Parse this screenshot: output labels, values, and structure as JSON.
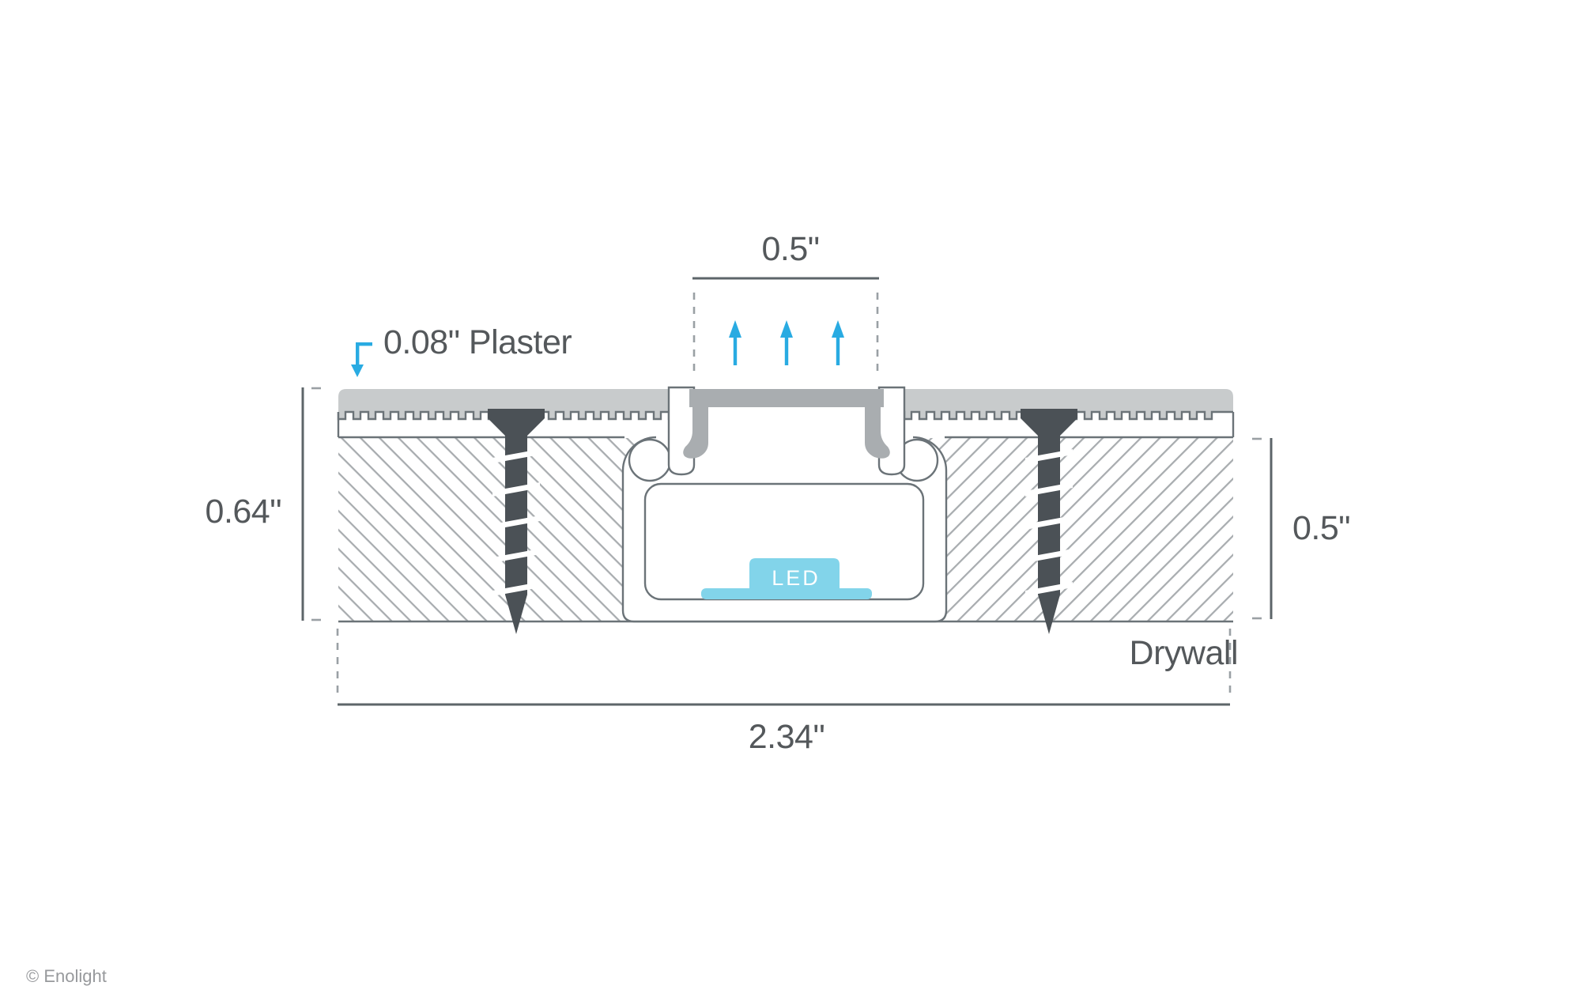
{
  "diagram": {
    "type": "led-profile-drywall-cross-section",
    "labels": {
      "opening_width": "0.5\"",
      "plaster_thickness": "0.08\" Plaster",
      "assembly_height": "0.64\"",
      "drywall_thickness": "0.5\"",
      "assembly_width": "2.34\"",
      "drywall": "Drywall",
      "led": "LED"
    },
    "icons": {
      "light_arrows": "up-arrow",
      "plaster_pointer": "down-corner-arrow"
    },
    "colors": {
      "accent_blue": "#29abe2",
      "led_fill": "#82d4ea",
      "led_text": "#ffffff",
      "plaster_fill": "#c8cbcc",
      "channel_fill": "#a9adb0",
      "screw_fill": "#4b5156",
      "profile_outline": "#6b7378",
      "dim_line": "#5d6569",
      "dim_text": "#54585b",
      "hatch": "#a8acaf",
      "tick": "#9aa0a4",
      "background": "#ffffff"
    }
  },
  "footer": {
    "copyright": "© Enolight"
  }
}
